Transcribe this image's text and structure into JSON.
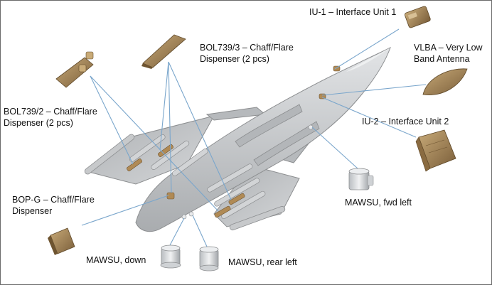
{
  "labels": {
    "iu1": "IU-1 – Interface Unit 1",
    "vlba_l1": "VLBA – Very Low",
    "vlba_l2": "Band Antenna",
    "iu2": "IU-2 – Interface Unit 2",
    "bol739_3_l1": "BOL739/3 – Chaff/Flare",
    "bol739_3_l2": "Dispenser (2 pcs)",
    "bol739_2_l1": "BOL739/2 – Chaff/Flare",
    "bol739_2_l2": "Dispenser (2 pcs)",
    "bopg_l1": "BOP-G – Chaff/Flare",
    "bopg_l2": "Dispenser",
    "mawsu_fwd": "MAWSU, fwd left",
    "mawsu_down": "MAWSU, down",
    "mawsu_rear": "MAWSU, rear left"
  },
  "colors": {
    "leader_line": "#7aa6cc",
    "aircraft": "#c9cbcd",
    "aircraft_edge": "#8c8e90",
    "component_brown": "#a9885e",
    "component_tan": "#c4a97c",
    "sensor_grey": "#d9dcdf"
  }
}
